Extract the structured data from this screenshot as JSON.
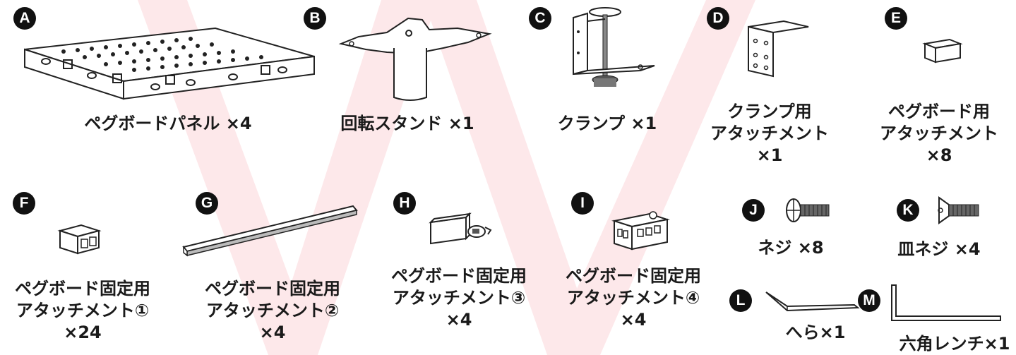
{
  "watermark": {
    "color": "#fde8ea"
  },
  "parts": [
    {
      "letter": "A",
      "lines": [
        "ペグボードパネル ×4"
      ]
    },
    {
      "letter": "B",
      "lines": [
        "回転スタンド ×1"
      ]
    },
    {
      "letter": "C",
      "lines": [
        "クランプ ×1"
      ]
    },
    {
      "letter": "D",
      "lines": [
        "クランプ用",
        "アタッチメント",
        "×1"
      ]
    },
    {
      "letter": "E",
      "lines": [
        "ペグボード用",
        "アタッチメント",
        "×8"
      ]
    },
    {
      "letter": "F",
      "lines": [
        "ペグボード固定用",
        "アタッチメント①",
        "×24"
      ]
    },
    {
      "letter": "G",
      "lines": [
        "ペグボード固定用",
        "アタッチメント②",
        "×4"
      ]
    },
    {
      "letter": "H",
      "lines": [
        "ペグボード固定用",
        "アタッチメント③",
        "×4"
      ]
    },
    {
      "letter": "I",
      "lines": [
        "ペグボード固定用",
        "アタッチメント④",
        "×4"
      ]
    },
    {
      "letter": "J",
      "lines": [
        "ネジ ×8"
      ]
    },
    {
      "letter": "K",
      "lines": [
        "皿ネジ ×4"
      ]
    },
    {
      "letter": "L",
      "lines": [
        "へら×1"
      ]
    },
    {
      "letter": "M",
      "lines": [
        "六角レンチ×1"
      ]
    }
  ]
}
